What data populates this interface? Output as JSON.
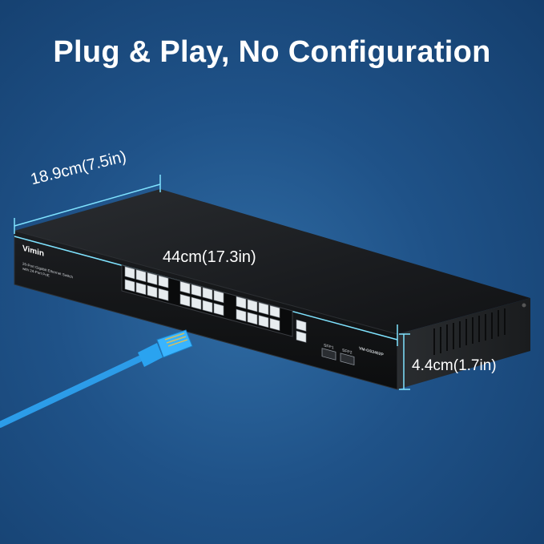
{
  "headline": "Plug & Play, No Configuration",
  "dimensions": {
    "depth": "18.9cm(7.5in)",
    "width": "44cm(17.3in)",
    "height": "4.4cm(1.7in)"
  },
  "device": {
    "brand": "Vimin",
    "description_line1": "26-Port Gigabit Ethernet Switch",
    "description_line2": "with 24-Port PoE",
    "model": "VM-GS2402P",
    "sfp1_label": "SFP1",
    "sfp2_label": "SFP2"
  },
  "colors": {
    "accent_cyan": "#7fe3ff",
    "cable_blue": "#2a9be8",
    "chassis": "#151719"
  }
}
